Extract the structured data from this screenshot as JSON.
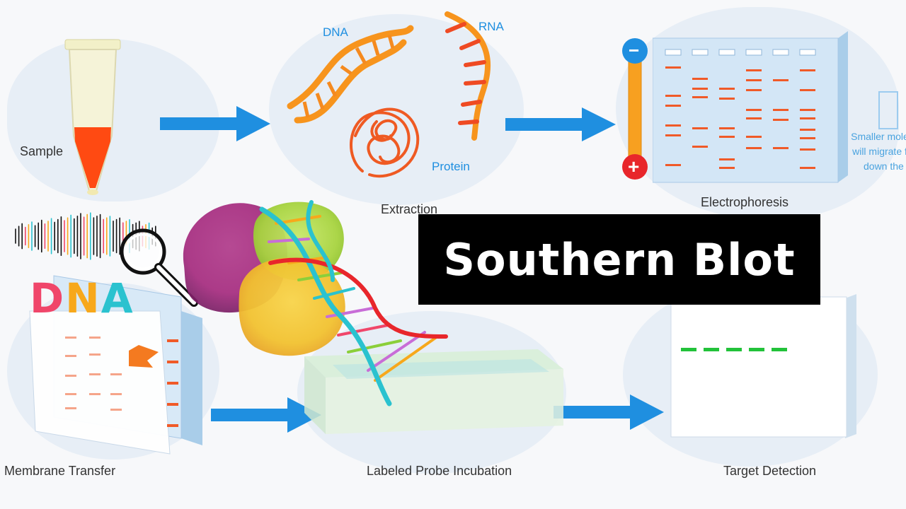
{
  "labels": {
    "sample": "Sample",
    "dna": "DNA",
    "rna": "RNA",
    "protein": "Protein",
    "extraction": "Extraction",
    "electrophoresis": "Electrophoresis",
    "membrane_transfer": "Membrane Transfer",
    "labeled_probe_incubation": "Labeled Probe Incubation",
    "target_detection": "Target Detection",
    "side_note_line1": "Smaller mole",
    "side_note_line2": "will migrate f",
    "side_note_line3": "down the",
    "minus_sign": "−",
    "plus_sign": "+"
  },
  "banner": {
    "title": "Southern Blot"
  },
  "logo": {
    "letter_d": "D",
    "letter_n": "N",
    "letter_a": "A"
  },
  "colors": {
    "arrow": "#1f8fe0",
    "gel_band": "#f05a28",
    "sample_liquid": "#ff4a12",
    "detection_band": "#22c23a",
    "banner_bg": "#000000",
    "logo_d": "#f0466a",
    "logo_n": "#f7a81b",
    "logo_a": "#2ac2cf"
  },
  "icons": [
    "arrow-right-icon",
    "magnifier-icon",
    "dna-helix-icon",
    "test-tube-icon",
    "electrode-icon"
  ]
}
